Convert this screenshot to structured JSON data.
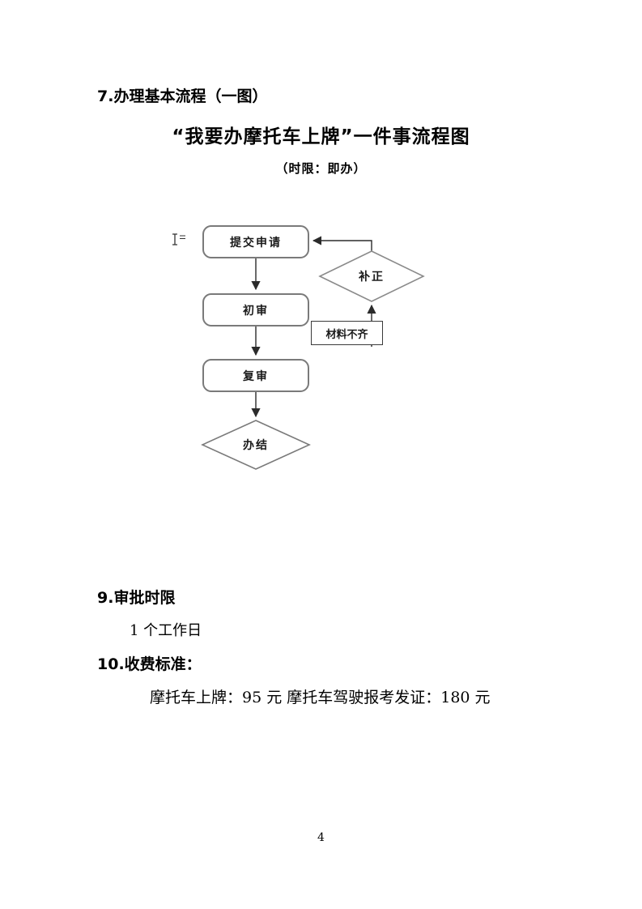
{
  "page": {
    "number": "4"
  },
  "sections": {
    "heading_process": "7.办理基本流程（一图）",
    "flow_title": "“我要办摩托车上牌”一件事流程图",
    "flow_time_limit": "（时限：即办）",
    "heading_approval": "9.审批时限",
    "approval_duration": "1 个工作日",
    "heading_fees": "10.收费标准：",
    "fees_detail": "摩托车上牌：95 元 摩托车驾驶报考发证：180 元"
  },
  "flowchart": {
    "submit_label": "提交申请",
    "correction_label": "补正",
    "initial_review_label": "初审",
    "materials_incomplete_label": "材料不齐",
    "re_review_label": "复审",
    "complete_label": "办结"
  },
  "colors": {
    "node_border": "#7a7a7a",
    "connector": "#2b2b2b",
    "text": "#000000"
  }
}
